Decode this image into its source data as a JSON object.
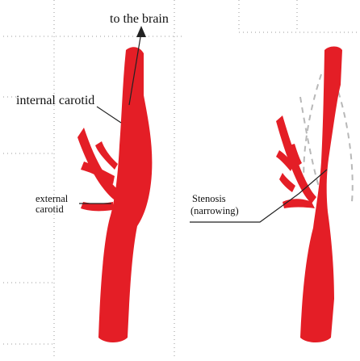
{
  "labels": {
    "to_brain": "to the brain",
    "internal_carotid": "internal carotid",
    "external_carotid_line1": "external",
    "external_carotid_line2": "carotid",
    "stenosis_line1": "Stenosis",
    "stenosis_line2": "(narrowing)"
  },
  "colors": {
    "artery": "#e41e26",
    "artery_edge": "#c1121b",
    "leader_line": "#222222",
    "grid_dots": "#9a9a9a",
    "normal_outline": "#b8b8b8"
  },
  "figures": [
    {
      "name": "healthy-carotid",
      "condition": "normal"
    },
    {
      "name": "stenosed-carotid",
      "condition": "stenosis"
    }
  ]
}
